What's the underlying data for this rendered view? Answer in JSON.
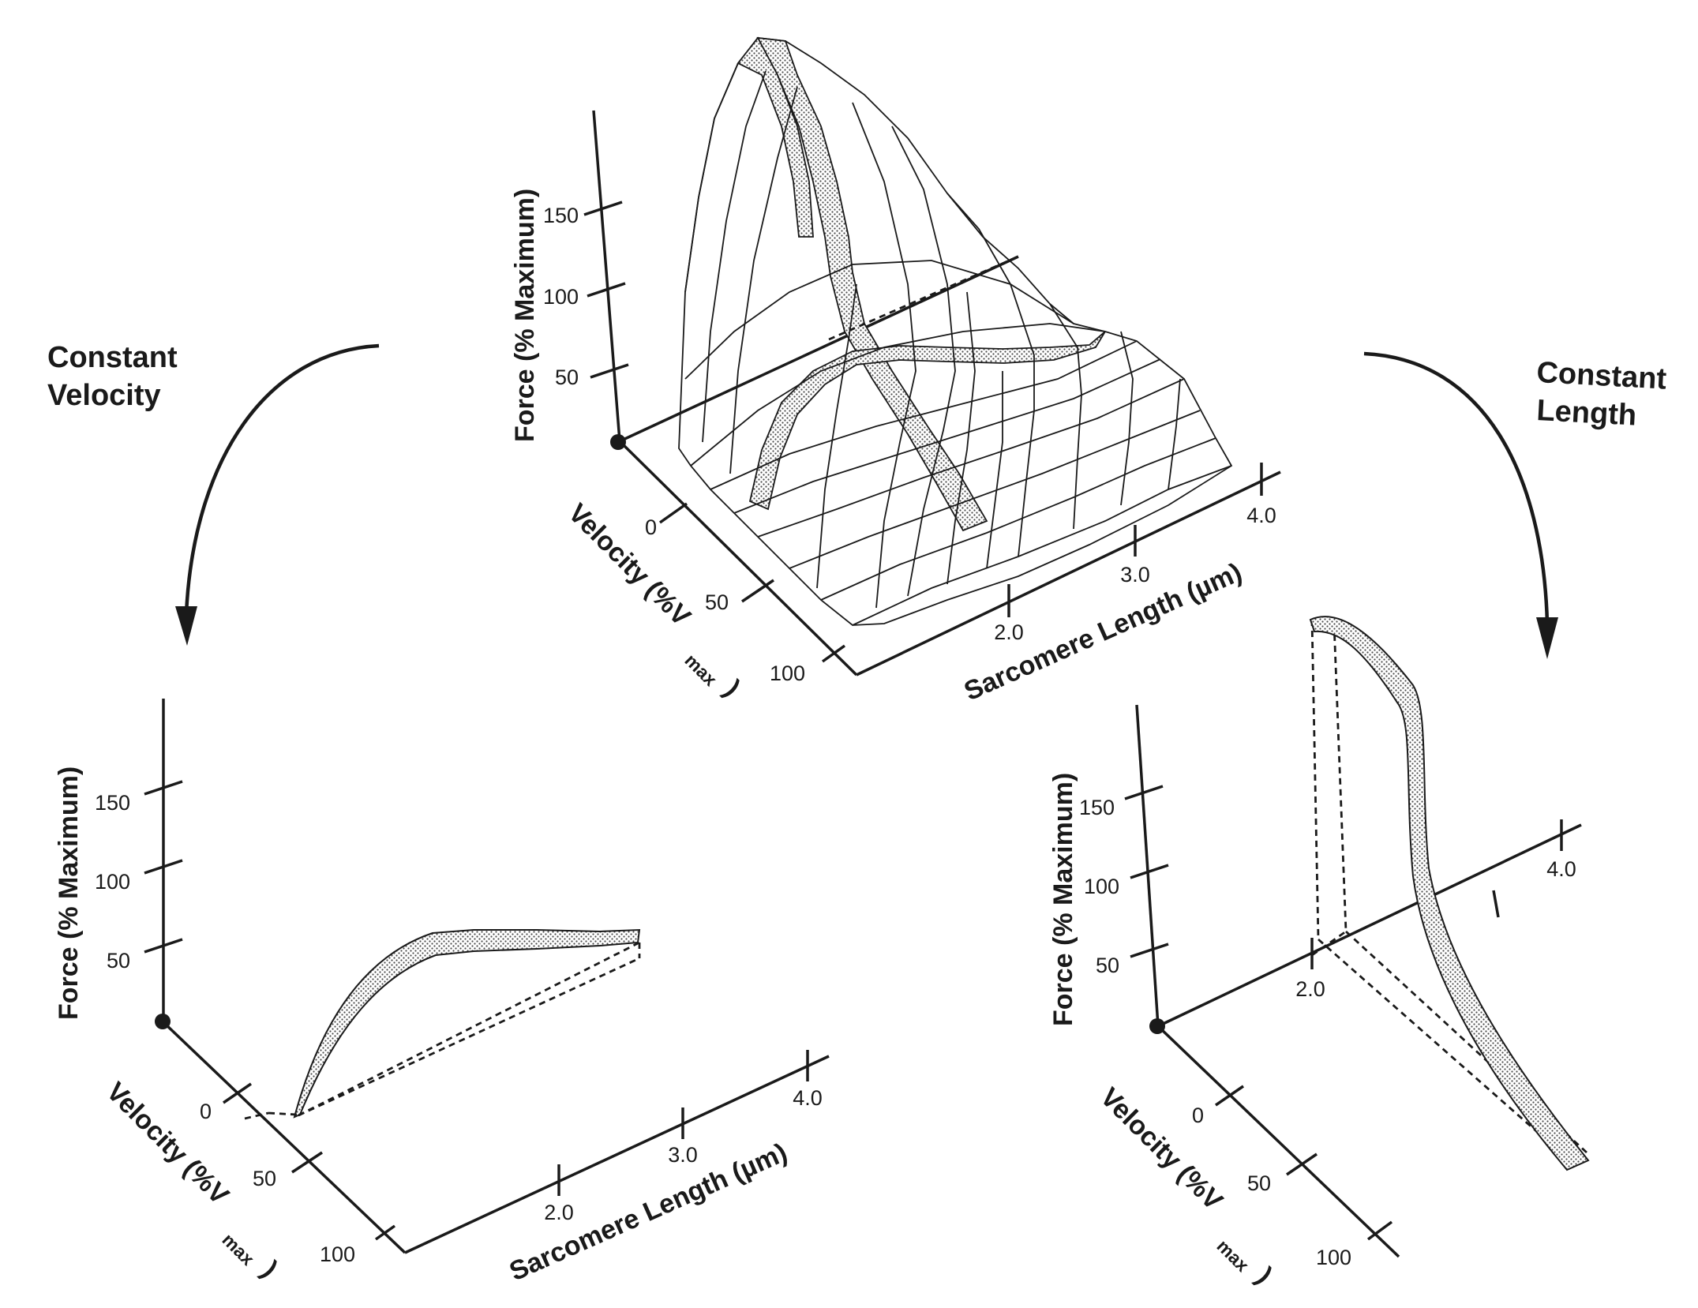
{
  "surface_panel": {
    "force_axis": {
      "title": "Force (% Maximum)",
      "ticks": [
        "50",
        "100",
        "150"
      ]
    },
    "velocity_axis": {
      "title": "Velocity (%V",
      "subscript": "max",
      "close": ")",
      "ticks": [
        "0",
        "50",
        "100"
      ]
    },
    "length_axis": {
      "title": "Sarcomere Length (µm)",
      "ticks": [
        "2.0",
        "3.0",
        "4.0"
      ]
    }
  },
  "constant_velocity_panel": {
    "arrow_label_line1": "Constant",
    "arrow_label_line2": "Velocity",
    "force_axis": {
      "title": "Force (% Maximum)",
      "ticks": [
        "50",
        "100",
        "150"
      ]
    },
    "velocity_axis": {
      "title": "Velocity (%V",
      "subscript": "max",
      "close": ")",
      "ticks": [
        "0",
        "50",
        "100"
      ]
    },
    "length_axis": {
      "title": "Sarcomere Length (µm)",
      "ticks": [
        "2.0",
        "3.0",
        "4.0"
      ]
    }
  },
  "constant_length_panel": {
    "arrow_label_line1": "Constant",
    "arrow_label_line2": "Length",
    "force_axis": {
      "title": "Force (% Maximum)",
      "ticks": [
        "50",
        "100",
        "150"
      ]
    },
    "velocity_axis": {
      "title": "Velocity (%V",
      "subscript": "max",
      "close": ")",
      "ticks": [
        "0",
        "50",
        "100"
      ]
    },
    "length_axis": {
      "ticks": [
        "2.0",
        "4.0"
      ]
    }
  },
  "colors": {
    "ink": "#1a1a1a",
    "stipple_band": "#bdbdbd",
    "paper": "#ffffff"
  }
}
